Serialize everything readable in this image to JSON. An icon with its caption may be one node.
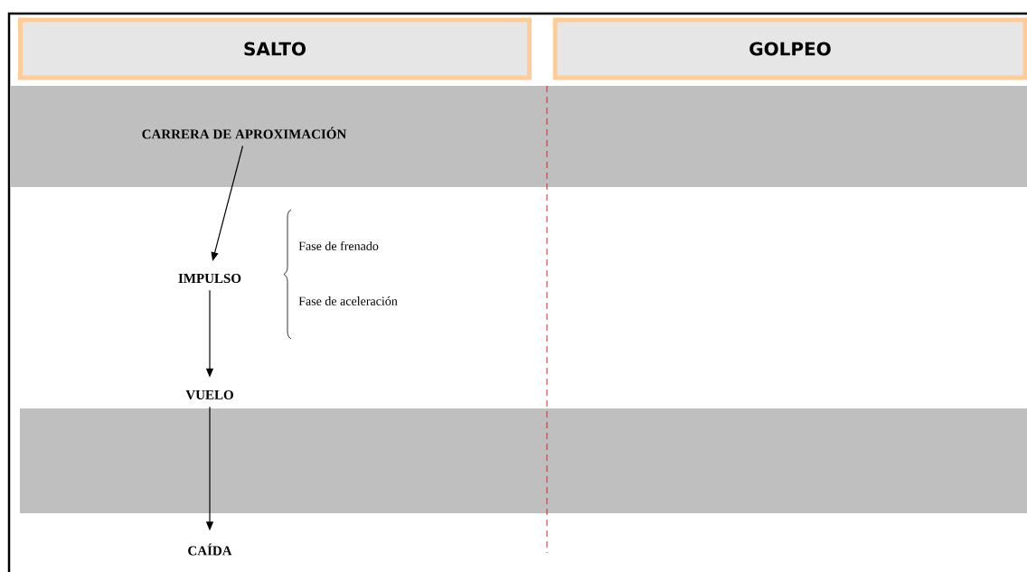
{
  "diagram": {
    "nodes": [
      {
        "text": [
          "SALTO"
        ]
      },
      {
        "text": [
          "GOLPEO"
        ]
      },
      {
        "text": [
          "CARRERA DE APROXIMACIÓN"
        ]
      },
      {
        "text": [
          "IMPULSO"
        ]
      },
      {
        "text": [
          "VUELO"
        ]
      },
      {
        "text": [
          "CAÍDA"
        ]
      }
    ],
    "edges": [
      {
        "from": 2,
        "to": 3,
        "arrow": "to"
      },
      {
        "from": 3,
        "to": 4,
        "arrow": "to"
      },
      {
        "from": 4,
        "to": 5,
        "arrow": "to"
      }
    ],
    "labels": [
      "Fase de frenado",
      "Fase de aceleración"
    ]
  }
}
